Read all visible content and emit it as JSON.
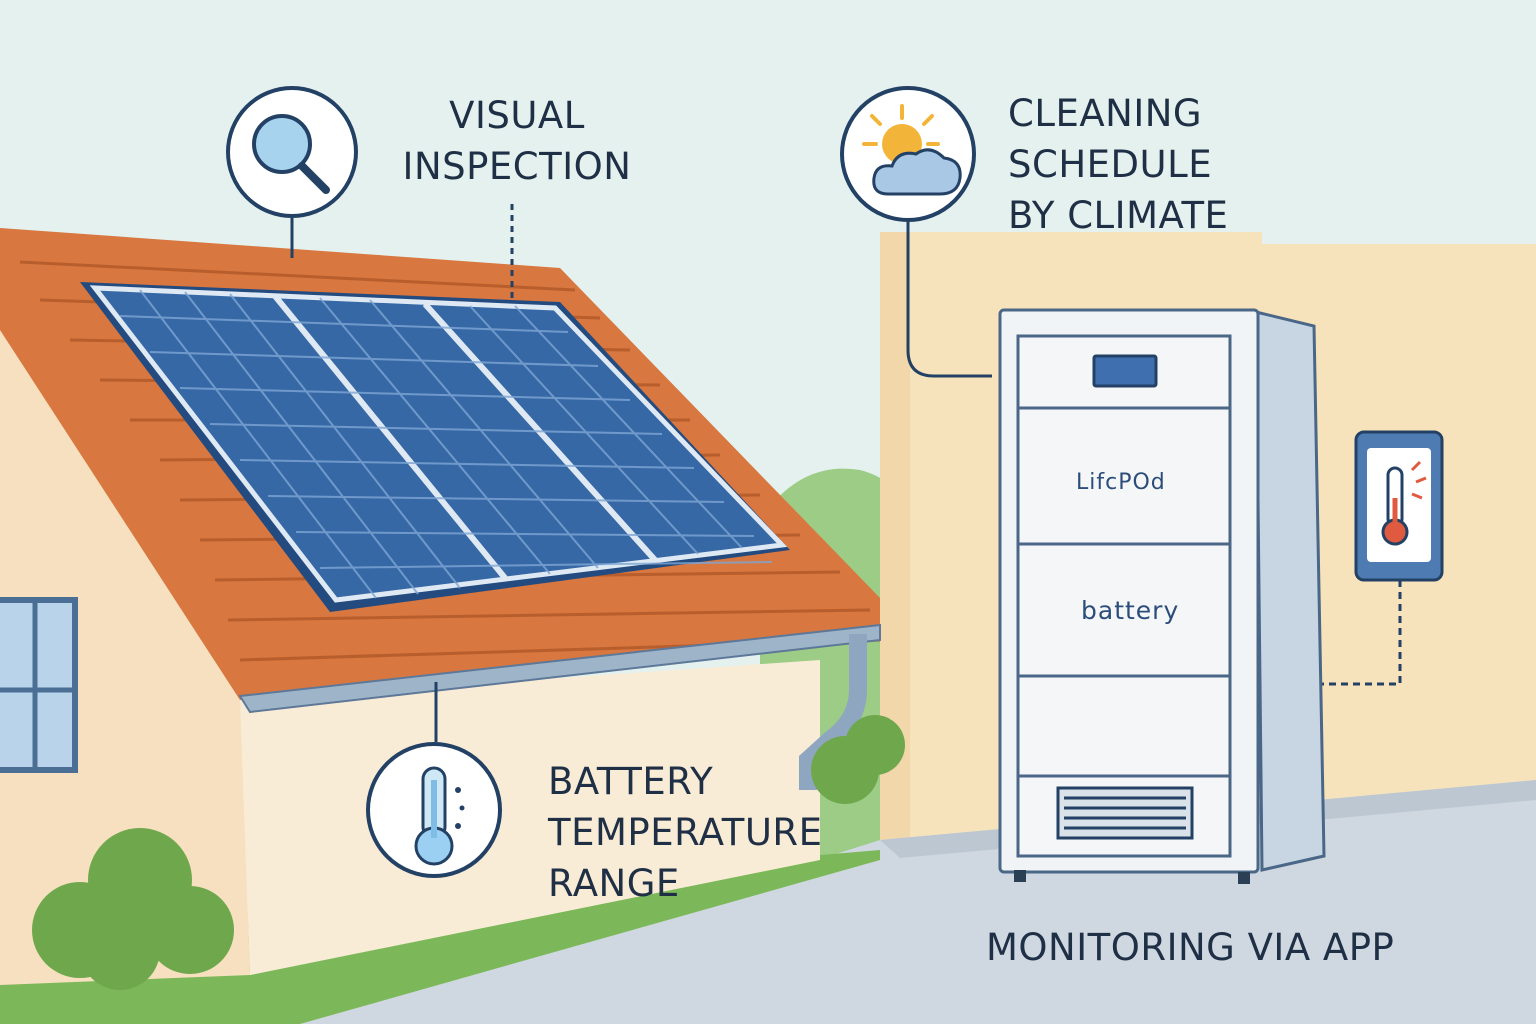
{
  "labels": {
    "visual_inspection": [
      "VISUAL",
      "INSPECTION"
    ],
    "cleaning_schedule": [
      "CLEANING",
      "SCHEDULE",
      "BY CLIMATE"
    ],
    "battery_temperature": [
      "BATTERY",
      "TEMPERATURE",
      "RANGE"
    ],
    "monitoring": "MONITORING VIA APP"
  },
  "cabinet": {
    "model": "LifcPOd",
    "type": "battery"
  },
  "icons": {
    "visual_inspection": "magnifier-icon",
    "cleaning_schedule": "sun-cloud-icon",
    "battery_temperature": "thermometer-icon",
    "monitoring": "phone-thermometer-icon"
  },
  "colors": {
    "sky": "#e3f0ee",
    "wall": "#f7e6c6",
    "roof": "#d8773f",
    "panel": "#2f5f9a",
    "outline": "#234165",
    "grass": "#7cb85a"
  }
}
